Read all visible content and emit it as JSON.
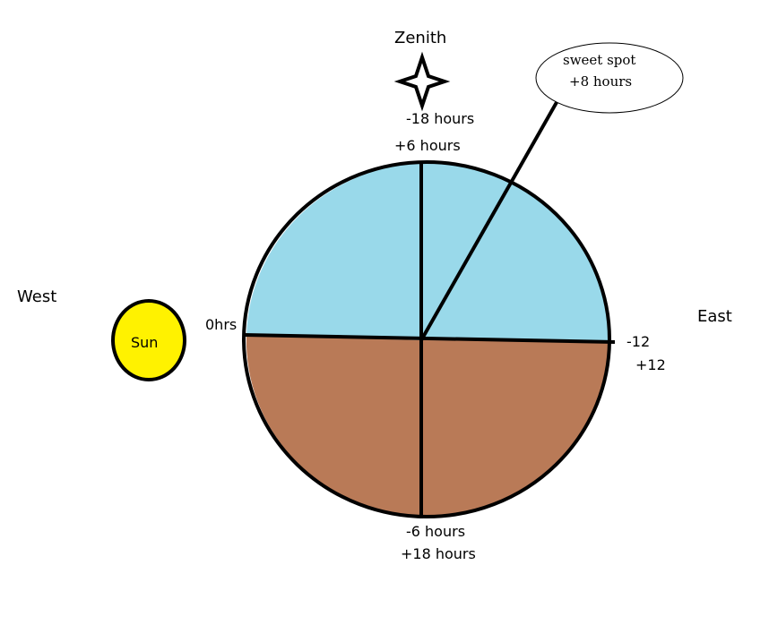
{
  "labels": {
    "zenith": "Zenith",
    "west": "West",
    "east": "East",
    "sun": "Sun",
    "top_minus18": "-18 hours",
    "top_plus6": "+6 hours",
    "left_0": "0hrs",
    "right_minus12": "-12",
    "right_plus12": "+12",
    "bottom_minus6": "-6 hours",
    "bottom_plus18": "+18 hours"
  },
  "callout": {
    "line1": "sweet spot",
    "line2": "+8 hours"
  },
  "colors": {
    "sky": "#99d9ea",
    "ground": "#b97a57",
    "sun": "#fff200",
    "outline": "#000000"
  }
}
